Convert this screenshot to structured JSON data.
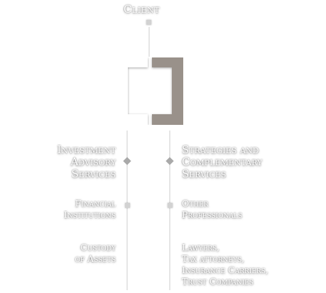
{
  "client": {
    "label": "Client"
  },
  "left_column": {
    "items": [
      {
        "lines": [
          "Investment",
          "Advisory",
          "Services"
        ]
      },
      {
        "lines": [
          "Financial",
          "Institutions"
        ]
      },
      {
        "lines": [
          "Custody",
          "of Assets"
        ]
      }
    ]
  },
  "right_column": {
    "items": [
      {
        "lines": [
          "Strategies and",
          "Complementary",
          "Services"
        ]
      },
      {
        "lines": [
          "Other",
          "Professionals"
        ]
      },
      {
        "lines": [
          "Lawyers,",
          "Tax attorneys,",
          "Insurance Carriers,",
          "Trust Companies"
        ]
      }
    ]
  },
  "colors": {
    "logo_left": "#ffffff",
    "logo_right": "#99918a",
    "connector_line": "#e6e6e6",
    "diamond_marker": "#a9a9a9",
    "square_marker": "#d2d2d2"
  }
}
